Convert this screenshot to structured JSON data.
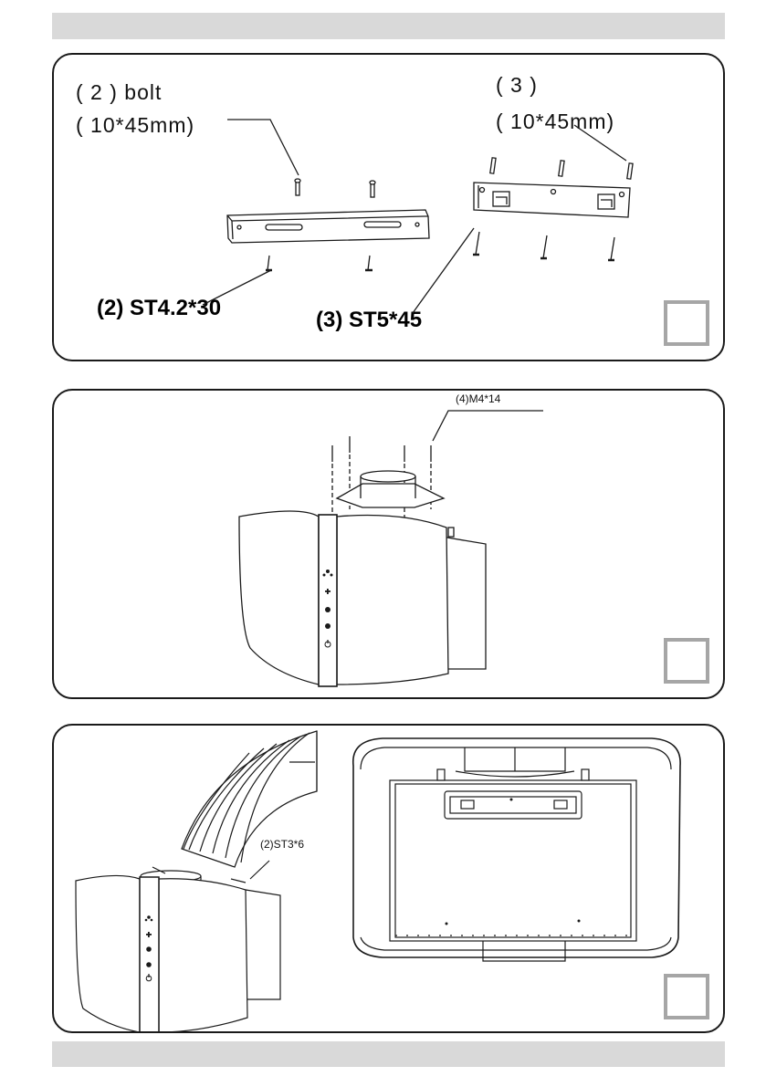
{
  "panel1": {
    "bolt_qty_label": "( 2 ) bolt",
    "bolt_size_label": "( 10*45mm)",
    "right_qty_label": "( 3 )",
    "right_size_label": "( 10*45mm)",
    "screw_left_label": "(2) ST4.2*30",
    "screw_right_label": "(3) ST5*45"
  },
  "panel2": {
    "screw_label": "(4)M4*14",
    "control_icons": [
      "fan-icon",
      "plus-icon",
      "snowflake-icon",
      "light-icon",
      "power-icon"
    ]
  },
  "panel3": {
    "screw_label": "(2)ST3*6"
  },
  "colors": {
    "header_bar": "#d9d9d9",
    "step_box_border": "#a6a6a6",
    "line_art": "#1a1a1a"
  }
}
